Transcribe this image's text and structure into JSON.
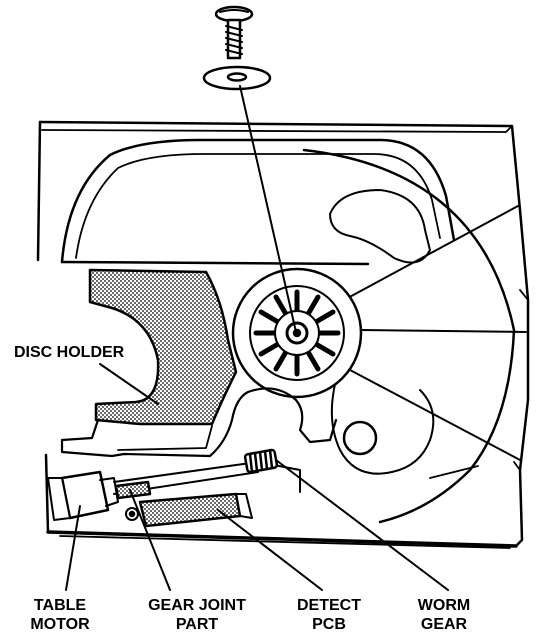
{
  "colors": {
    "ink": "#000000",
    "paper": "#ffffff",
    "shade": "#b8b8b8"
  },
  "labels": {
    "disc_holder": "DISC HOLDER",
    "table_motor": [
      "TABLE",
      "MOTOR"
    ],
    "gear_joint_part": [
      "GEAR JOINT",
      "PART"
    ],
    "detect_pcb": [
      "DETECT",
      "PCB"
    ],
    "worm_gear": [
      "WORM",
      "GEAR"
    ]
  },
  "icons": [
    "screw-icon",
    "washer-icon"
  ]
}
